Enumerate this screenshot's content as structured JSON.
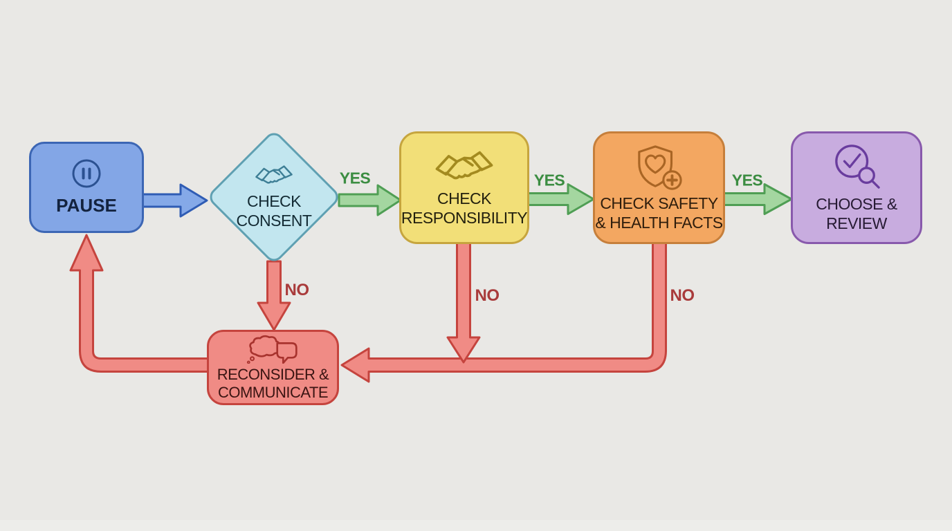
{
  "diagram": {
    "type": "flowchart",
    "background_color": "#E9E8E5",
    "nodes": {
      "pause": {
        "label": "PAUSE",
        "shape": "rounded-rectangle",
        "fill": "#83A6E6",
        "border": "#3C66B4",
        "icon": "pause-icon"
      },
      "check_consent": {
        "label": "CHECK\nCONSENT",
        "shape": "diamond",
        "fill": "#C2E6EF",
        "border": "#5FA0B2",
        "icon": "handshake-icon"
      },
      "check_responsibility": {
        "label": "CHECK\nRESPONSIBILITY",
        "shape": "rounded-rectangle",
        "fill": "#F2DF78",
        "border": "#C6A53E",
        "icon": "handshake-icon"
      },
      "check_safety": {
        "label": "CHECK SAFETY\n& HEALTH FACTS",
        "shape": "rounded-rectangle",
        "fill": "#F3A761",
        "border": "#C67F3B",
        "icon": "shield-heart-medical-icon"
      },
      "choose_review": {
        "label": "CHOOSE &\nREVIEW",
        "shape": "rounded-rectangle",
        "fill": "#C8ACDF",
        "border": "#8859AC",
        "icon": "checkmark-magnifier-icon"
      },
      "reconsider": {
        "label": "RECONSIDER &\nCOMMUNICATE",
        "shape": "rounded-rectangle",
        "fill": "#F08B85",
        "border": "#C5443E",
        "icon": "thought-speech-bubbles-icon"
      }
    },
    "edges": [
      {
        "from": "pause",
        "to": "check_consent",
        "label": "",
        "color": "#85A9E8"
      },
      {
        "from": "check_consent",
        "to": "check_responsibility",
        "label": "YES",
        "color": "#A4D6A0"
      },
      {
        "from": "check_responsibility",
        "to": "check_safety",
        "label": "YES",
        "color": "#A4D6A0"
      },
      {
        "from": "check_safety",
        "to": "choose_review",
        "label": "YES",
        "color": "#A4D6A0"
      },
      {
        "from": "check_consent",
        "to": "reconsider",
        "label": "NO",
        "color": "#F08B85"
      },
      {
        "from": "check_responsibility",
        "to": "reconsider",
        "label": "NO",
        "color": "#F08B85"
      },
      {
        "from": "check_safety",
        "to": "reconsider",
        "label": "NO",
        "color": "#F08B85"
      },
      {
        "from": "reconsider",
        "to": "pause",
        "label": "",
        "color": "#F08B85"
      }
    ],
    "label_colors": {
      "yes": "#3C8D42",
      "no": "#A93B3B"
    }
  }
}
